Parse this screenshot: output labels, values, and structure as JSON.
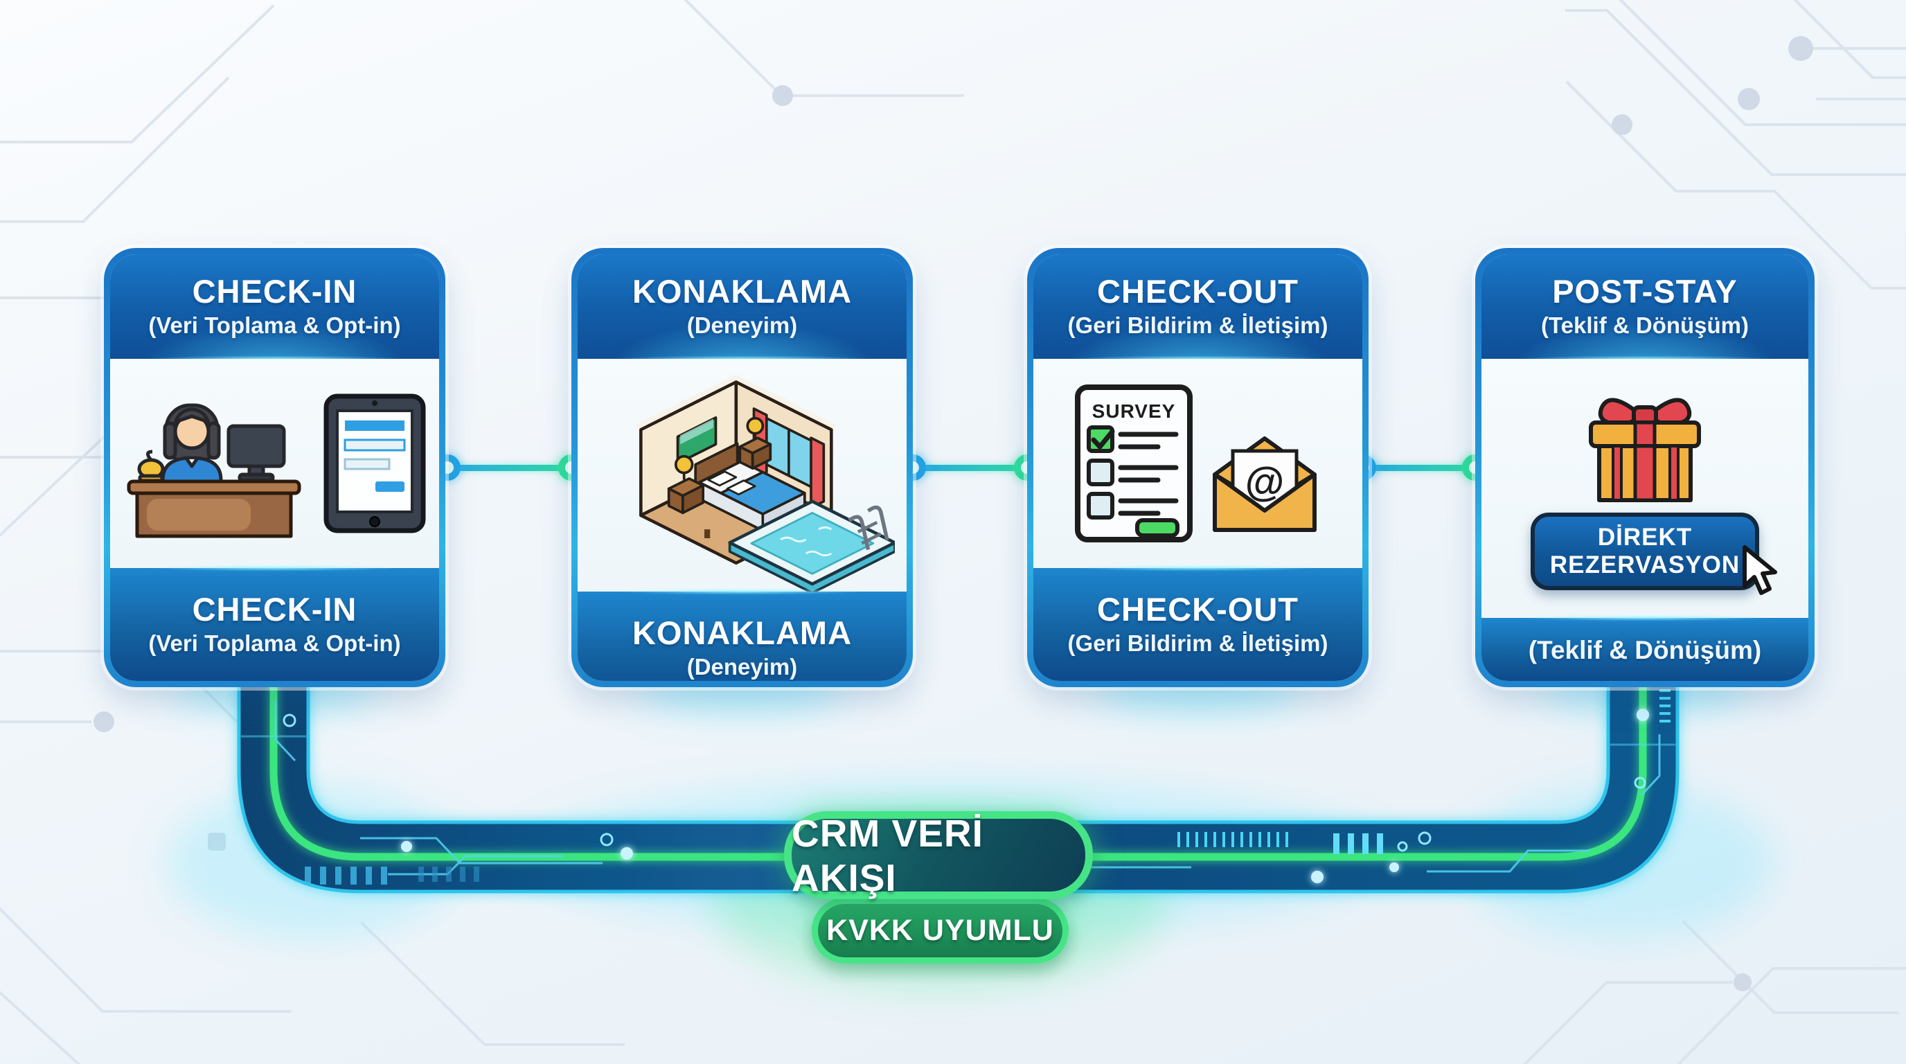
{
  "cards": [
    {
      "title": "CHECK-IN",
      "subtitle": "(Veri Toplama & Opt-in)",
      "footer_title": "CHECK-IN",
      "footer_subtitle": "(Veri Toplama & Opt-in)"
    },
    {
      "title": "KONAKLAMA",
      "subtitle": "(Deneyim)",
      "footer_title": "KONAKLAMA",
      "footer_subtitle": "(Deneyim)"
    },
    {
      "title": "CHECK-OUT",
      "subtitle": "(Geri Bildirim & İletişim)",
      "footer_title": "CHECK-OUT",
      "footer_subtitle": "(Geri Bildirim & İletişim)"
    },
    {
      "title": "POST-STAY",
      "subtitle": "(Teklif & Dönüşüm)",
      "footer_subtitle": "(Teklif & Dönüşüm)",
      "button": {
        "line1": "DİREKT",
        "line2": "REZERVASYON"
      }
    }
  ],
  "flow": {
    "pipe_label": "CRM VERİ AKIŞI",
    "compliance_label": "KVKK UYUMLU"
  },
  "icons": {
    "survey_label": "SURVEY",
    "at_symbol": "@"
  },
  "colors": {
    "accent_green": "#46e487",
    "card_blue": "#1b74c6",
    "pipe_cyan": "#35c8ee",
    "stripe_green": "#3ae57f",
    "dot_blue": "#22a6e8",
    "dot_green": "#2fe09a"
  }
}
